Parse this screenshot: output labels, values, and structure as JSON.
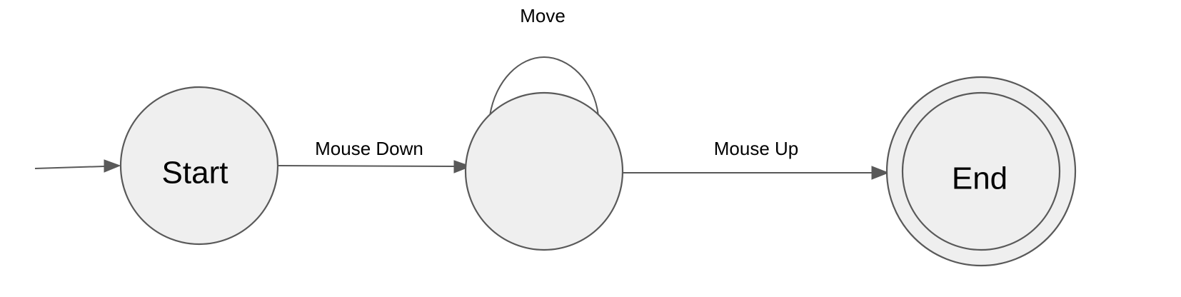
{
  "diagram": {
    "states": {
      "start": {
        "label": "Start"
      },
      "middle": {
        "label": ""
      },
      "end": {
        "label": "End"
      }
    },
    "transitions": {
      "mouse_down": {
        "label": "Mouse Down"
      },
      "move": {
        "label": "Move"
      },
      "mouse_up": {
        "label": "Mouse Up"
      }
    },
    "colors": {
      "state_fill": "#efefef",
      "stroke": "#595959",
      "text": "#000000"
    }
  }
}
